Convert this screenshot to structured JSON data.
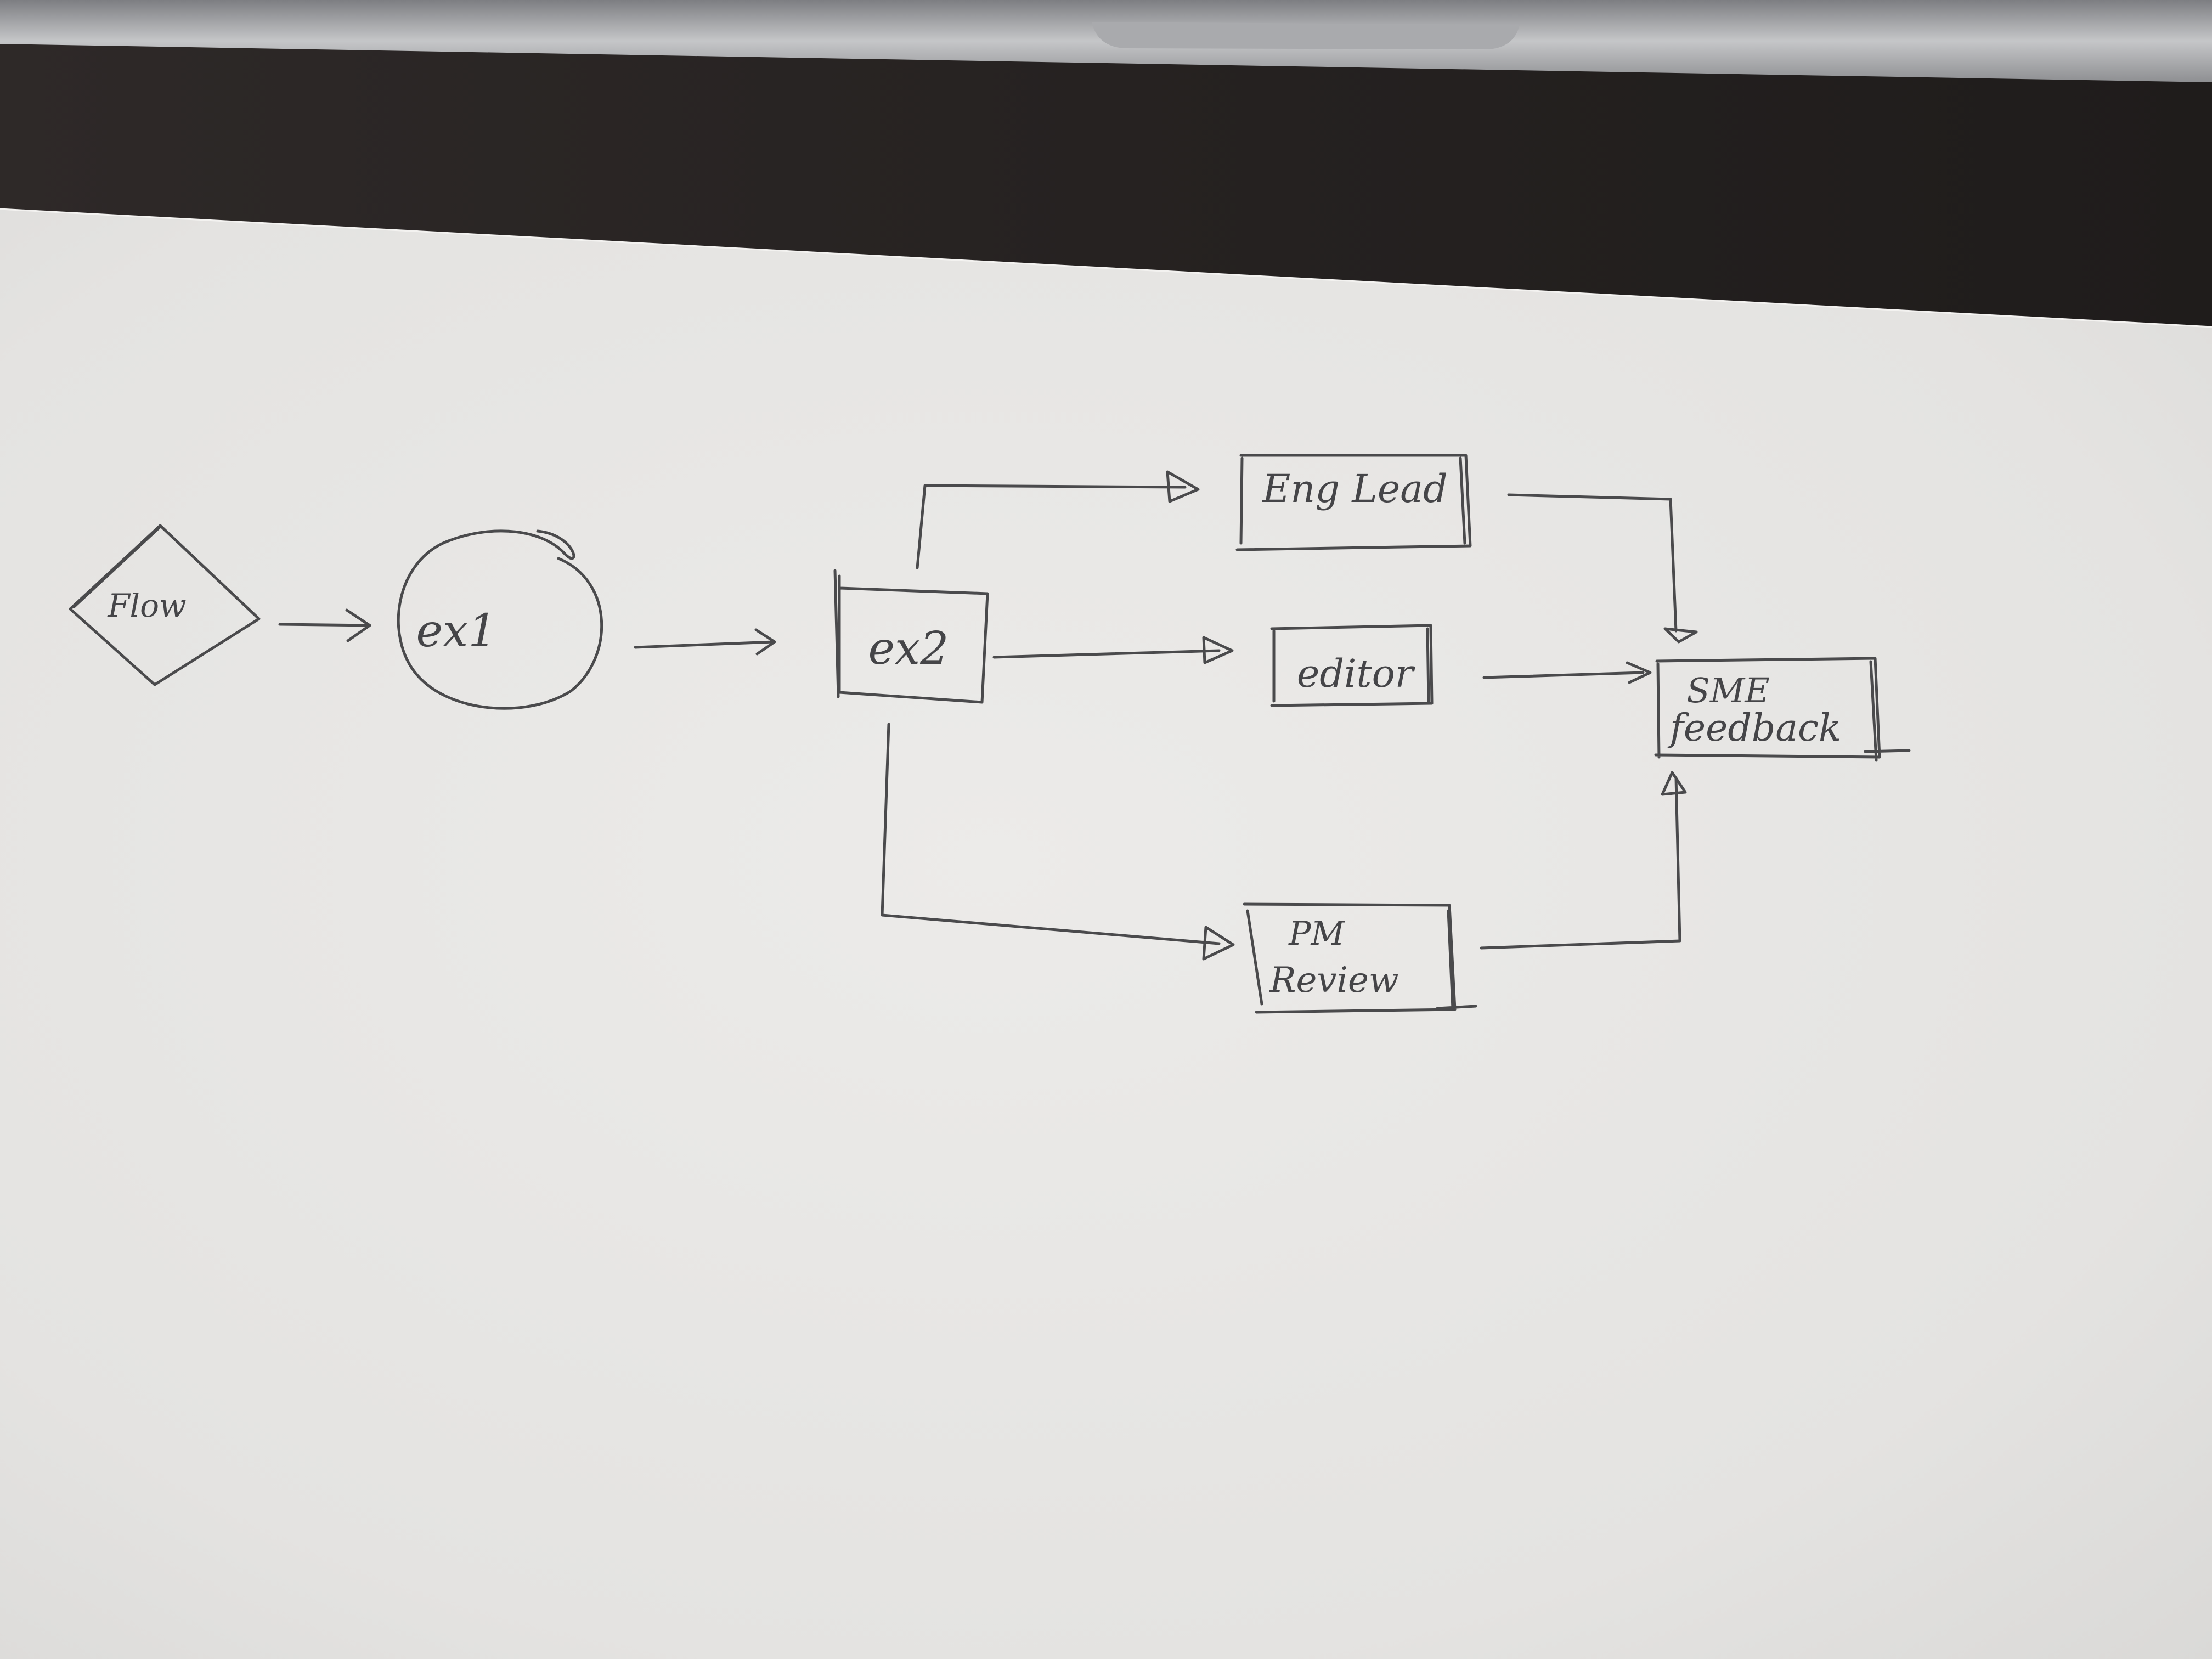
{
  "diagram": {
    "nodes": {
      "flow": "Flow",
      "ex1": "ex1",
      "ex2": "ex2",
      "eng_lead": "Eng Lead",
      "editor": "editor",
      "pm_review": [
        "PM",
        "Review"
      ],
      "sme_feedback": [
        "SME",
        "feedback"
      ]
    },
    "edges": [
      {
        "from": "flow",
        "to": "ex1"
      },
      {
        "from": "ex1",
        "to": "ex2"
      },
      {
        "from": "ex2",
        "to": "eng_lead"
      },
      {
        "from": "ex2",
        "to": "editor"
      },
      {
        "from": "ex2",
        "to": "pm_review"
      },
      {
        "from": "eng_lead",
        "to": "sme_feedback"
      },
      {
        "from": "editor",
        "to": "sme_feedback"
      },
      {
        "from": "pm_review",
        "to": "sme_feedback"
      }
    ]
  },
  "colors": {
    "paper": "#e9e8e6",
    "pencil": "#4a4a4c",
    "desk": "#2a2726",
    "laptop": "#b9b9bb"
  }
}
